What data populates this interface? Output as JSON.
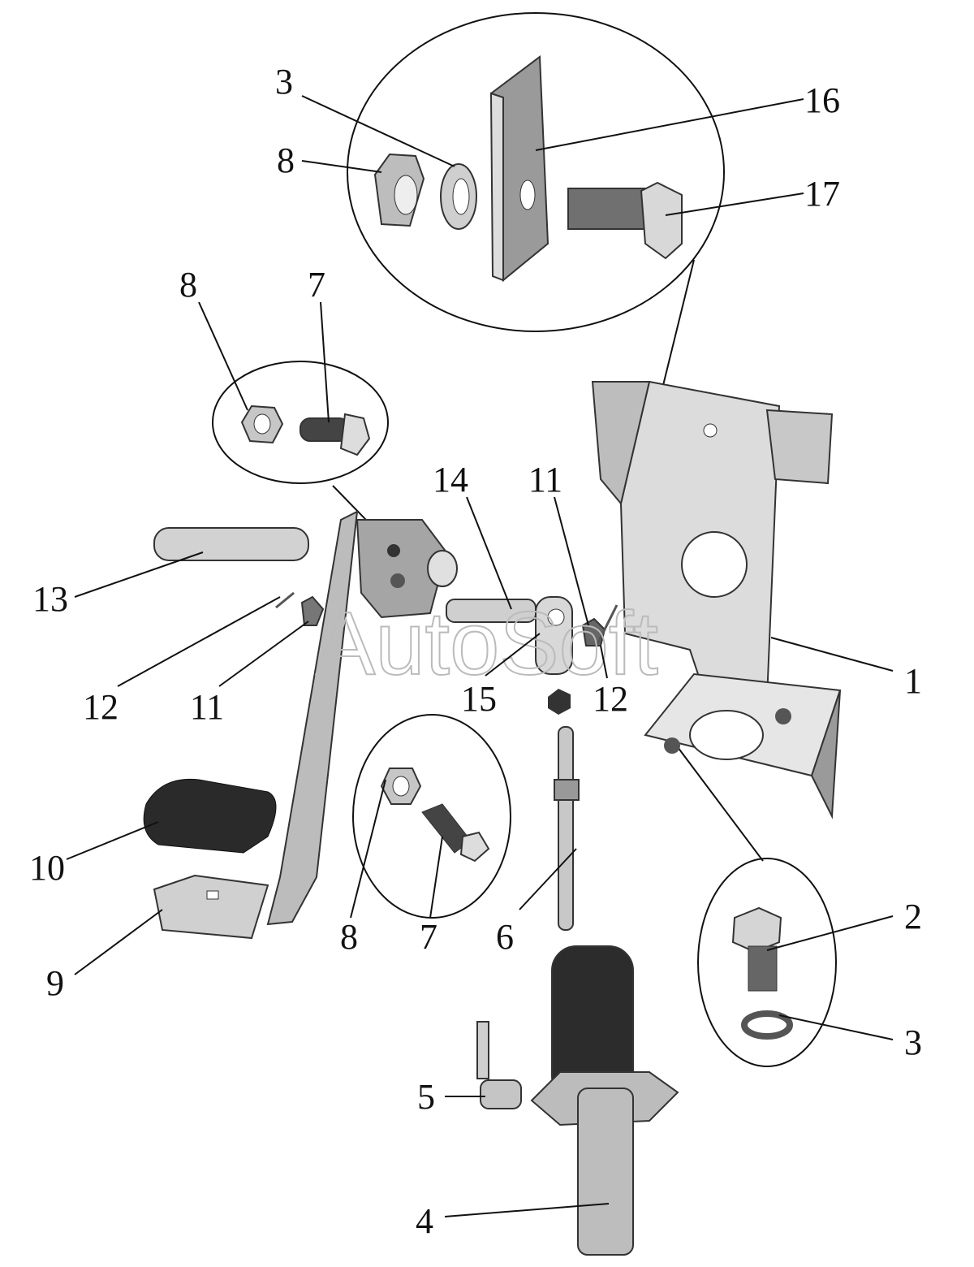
{
  "watermark": "AutoSoft",
  "callouts": {
    "c3a": "3",
    "c16": "16",
    "c8a": "8",
    "c17": "17",
    "c8b": "8",
    "c7a": "7",
    "c14": "14",
    "c11a": "11",
    "c13": "13",
    "c12a": "12",
    "c11b": "11",
    "c15": "15",
    "c12b": "12",
    "c1": "1",
    "c10": "10",
    "c8c": "8",
    "c7b": "7",
    "c6": "6",
    "c2": "2",
    "c9": "9",
    "c3b": "3",
    "c5": "5",
    "c4": "4"
  },
  "colors": {
    "part_light": "#d4d4d4",
    "part_mid": "#a8a8a8",
    "part_dark": "#555555",
    "pad": "#2a2a2a"
  }
}
